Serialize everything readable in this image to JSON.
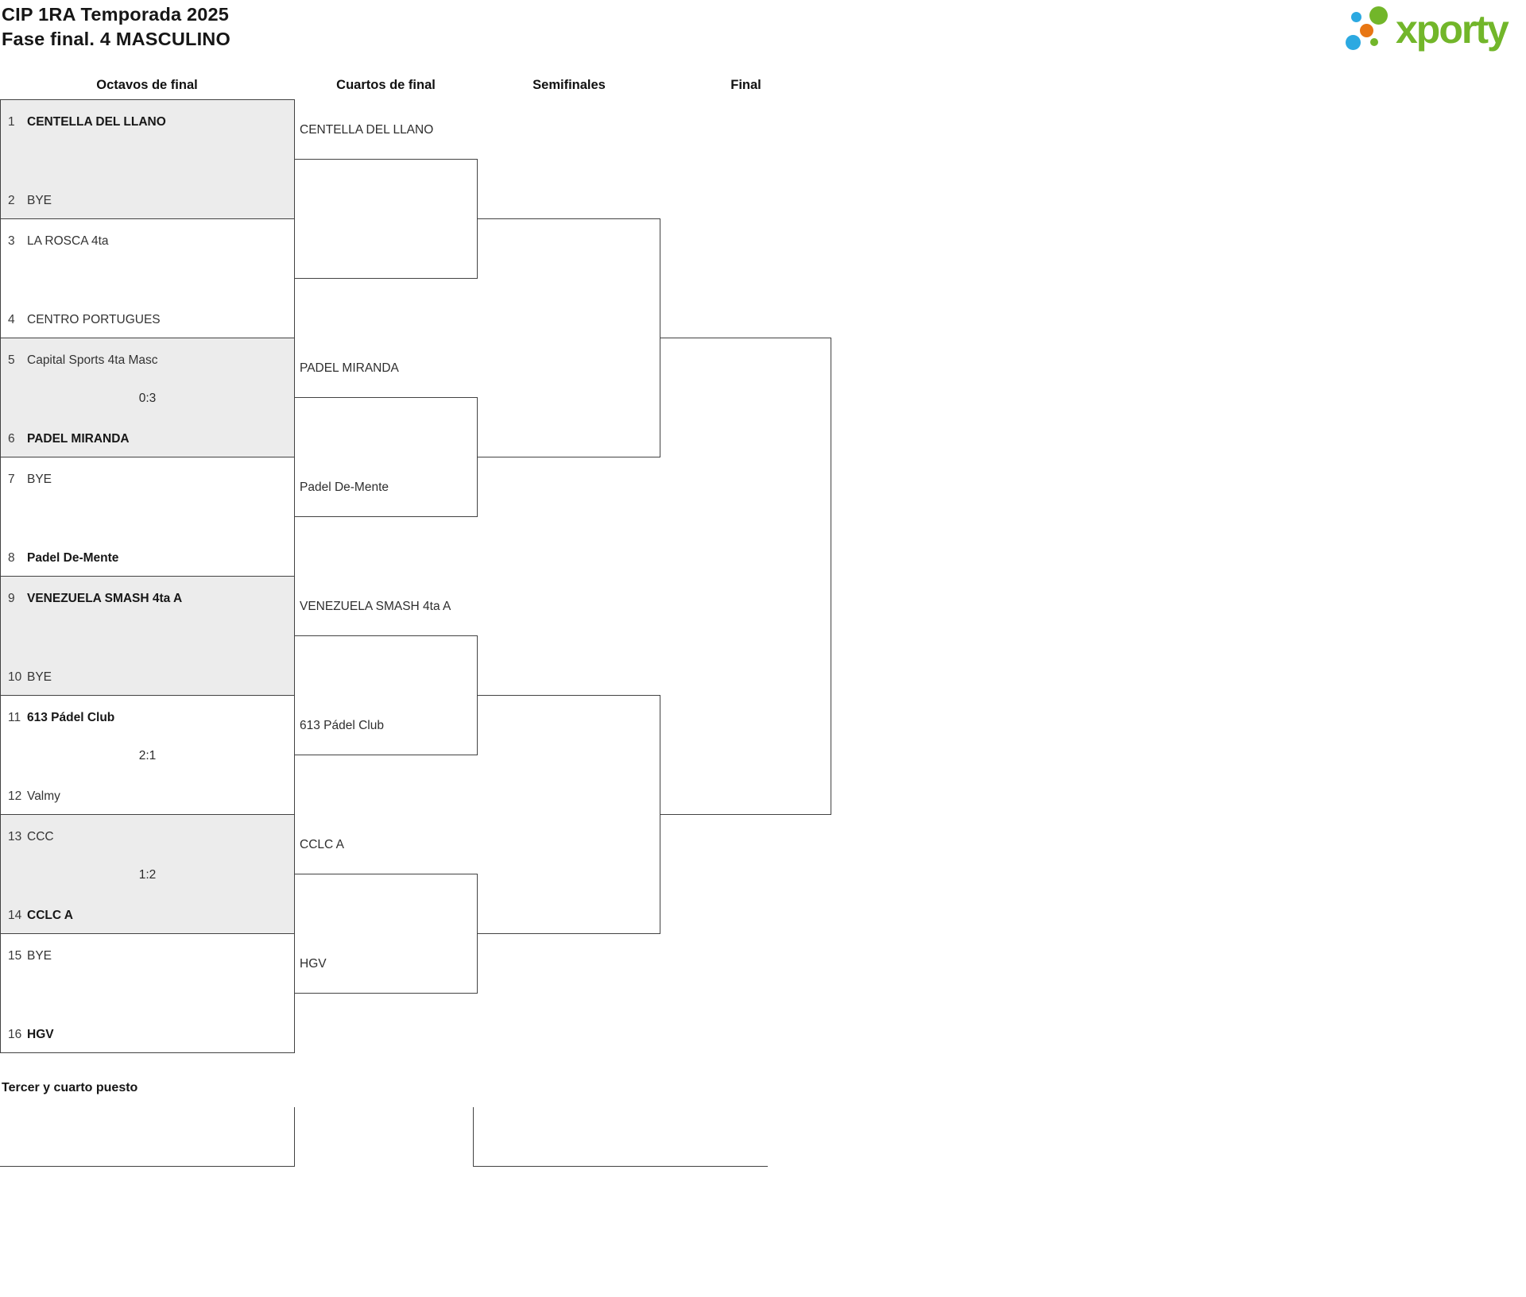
{
  "page": {
    "title_line1": "CIP 1RA Temporada 2025",
    "title_line2": "Fase final. 4 MASCULINO"
  },
  "logo": {
    "text": "xporty",
    "brand_green": "#72b62a",
    "brand_blue": "#2ca9e1",
    "brand_orange": "#e87613"
  },
  "rounds": [
    {
      "label": "Octavos de final"
    },
    {
      "label": "Cuartos de final"
    },
    {
      "label": "Semifinales"
    },
    {
      "label": "Final"
    }
  ],
  "octavos": [
    {
      "pos_a": "1",
      "team_a": "CENTELLA DEL LLANO",
      "winner_a": true,
      "score": "",
      "pos_b": "2",
      "team_b": "BYE",
      "winner_b": false,
      "shaded": true
    },
    {
      "pos_a": "3",
      "team_a": "LA ROSCA 4ta",
      "winner_a": false,
      "score": "",
      "pos_b": "4",
      "team_b": "CENTRO PORTUGUES",
      "winner_b": false,
      "shaded": false
    },
    {
      "pos_a": "5",
      "team_a": "Capital Sports 4ta Masc",
      "winner_a": false,
      "score": "0:3",
      "pos_b": "6",
      "team_b": "PADEL MIRANDA",
      "winner_b": true,
      "shaded": true
    },
    {
      "pos_a": "7",
      "team_a": "BYE",
      "winner_a": false,
      "score": "",
      "pos_b": "8",
      "team_b": "Padel De-Mente",
      "winner_b": true,
      "shaded": false
    },
    {
      "pos_a": "9",
      "team_a": "VENEZUELA SMASH 4ta A",
      "winner_a": true,
      "score": "",
      "pos_b": "10",
      "team_b": "BYE",
      "winner_b": false,
      "shaded": true
    },
    {
      "pos_a": "11",
      "team_a": "613 Pádel Club",
      "winner_a": true,
      "score": "2:1",
      "pos_b": "12",
      "team_b": "Valmy",
      "winner_b": false,
      "shaded": false
    },
    {
      "pos_a": "13",
      "team_a": "CCC",
      "winner_a": false,
      "score": "1:2",
      "pos_b": "14",
      "team_b": "CCLC A",
      "winner_b": true,
      "shaded": true
    },
    {
      "pos_a": "15",
      "team_a": "BYE",
      "winner_a": false,
      "score": "",
      "pos_b": "16",
      "team_b": "HGV",
      "winner_b": true,
      "shaded": false
    }
  ],
  "cuartos": [
    {
      "slot_top": "CENTELLA DEL LLANO",
      "slot_bottom": ""
    },
    {
      "slot_top": "PADEL MIRANDA",
      "slot_bottom": "Padel De-Mente"
    },
    {
      "slot_top": "VENEZUELA SMASH 4ta A",
      "slot_bottom": "613 Pádel Club"
    },
    {
      "slot_top": "CCLC A",
      "slot_bottom": "HGV"
    }
  ],
  "third_place": {
    "title": "Tercer y cuarto puesto"
  }
}
